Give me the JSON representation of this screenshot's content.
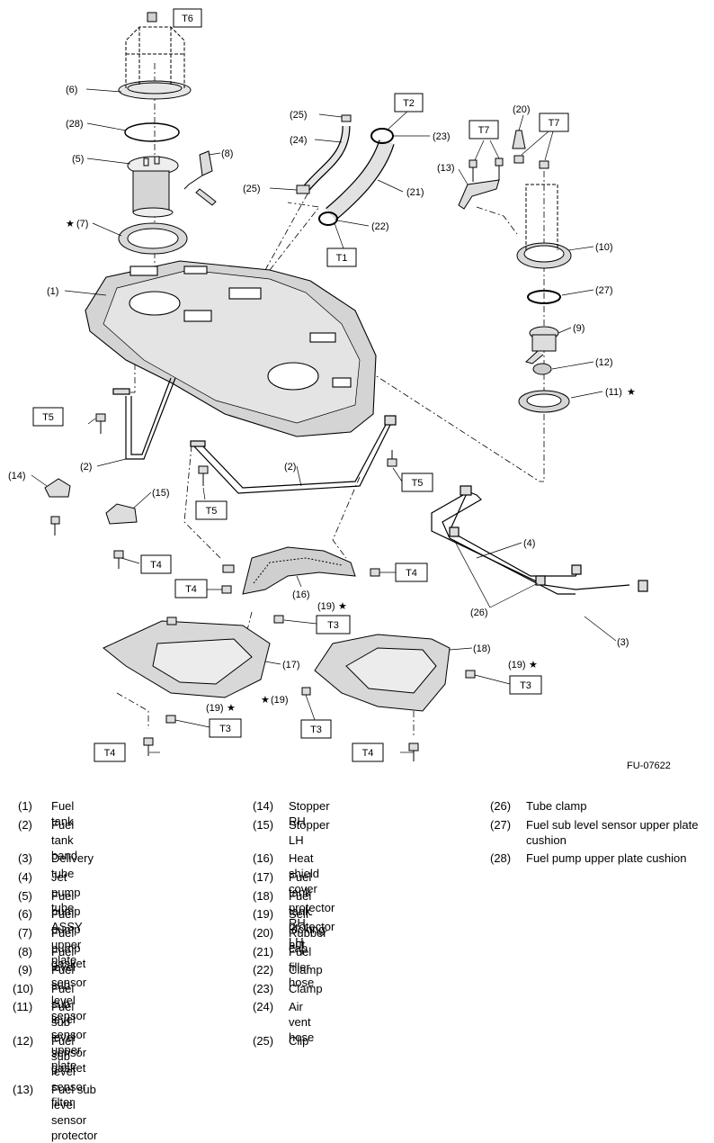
{
  "figure_id": "FU-07622",
  "torque_codes": [
    "T1",
    "T2",
    "T3",
    "T4",
    "T5",
    "T6",
    "T7"
  ],
  "callouts": [
    "(1)",
    "(2)",
    "(3)",
    "(4)",
    "(5)",
    "(6)",
    "(7)",
    "(8)",
    "(9)",
    "(10)",
    "(11)",
    "(12)",
    "(13)",
    "(14)",
    "(15)",
    "(16)",
    "(17)",
    "(18)",
    "(19)",
    "(20)",
    "(21)",
    "(22)",
    "(23)",
    "(24)",
    "(25)",
    "(26)",
    "(27)",
    "(28)"
  ],
  "star_symbol": "★",
  "legend": {
    "col1": [
      {
        "n": "(1)",
        "t": "Fuel tank"
      },
      {
        "n": "(2)",
        "t": "Fuel tank band"
      },
      {
        "n": "(3)",
        "t": "Delivery tube"
      },
      {
        "n": "(4)",
        "t": "Jet pump tube"
      },
      {
        "n": "(5)",
        "t": "Fuel pump ASSY"
      },
      {
        "n": "(6)",
        "t": "Fuel pump upper plate"
      },
      {
        "n": "(7)",
        "t": "Fuel pump gasket"
      },
      {
        "n": "(8)",
        "t": "Fuel level sensor"
      },
      {
        "n": "(9)",
        "t": "Fuel sub level sensor"
      },
      {
        "n": "(10)",
        "t": "Fuel sub level sensor upper plate"
      },
      {
        "n": "(11)",
        "t": "Fuel sub level sensor gasket"
      },
      {
        "n": "(12)",
        "t": "Fuel sub level sensor filter"
      },
      {
        "n": "(13)",
        "t": "Fuel sub level sensor protector"
      }
    ],
    "col2": [
      {
        "n": "(14)",
        "t": "Stopper RH"
      },
      {
        "n": "(15)",
        "t": "Stopper LH"
      },
      {
        "n": "(16)",
        "t": "Heat shield cover"
      },
      {
        "n": "(17)",
        "t": "Fuel tank protector RH"
      },
      {
        "n": "(18)",
        "t": "Fuel tank protector LH"
      },
      {
        "n": "(19)",
        "t": "Self-locking nut"
      },
      {
        "n": "(20)",
        "t": "Rubber cap"
      },
      {
        "n": "(21)",
        "t": "Fuel filler hose"
      },
      {
        "n": "(22)",
        "t": "Clamp"
      },
      {
        "n": "(23)",
        "t": "Clamp"
      },
      {
        "n": "(24)",
        "t": "Air vent hose"
      },
      {
        "n": "(25)",
        "t": "Clip"
      }
    ],
    "col3": [
      {
        "n": "(26)",
        "t": "Tube clamp"
      },
      {
        "n": "(27)",
        "t": "Fuel sub level sensor upper plate cushion"
      },
      {
        "n": "(28)",
        "t": "Fuel pump upper plate cushion"
      }
    ]
  }
}
